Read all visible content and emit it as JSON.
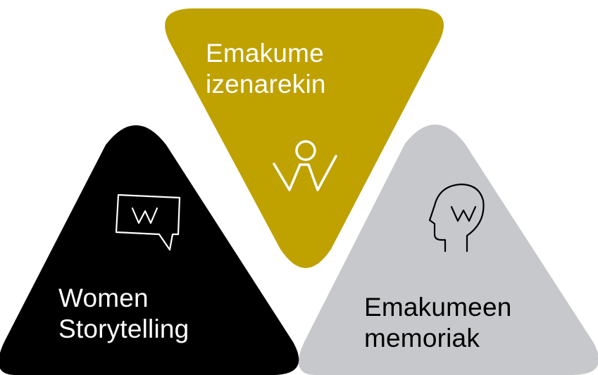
{
  "diagram": {
    "items": [
      {
        "lines": [
          "Emakume",
          "izenarekin"
        ],
        "color": "#BFA100",
        "icon": "women-logo-icon"
      },
      {
        "lines": [
          "Women",
          "Storytelling"
        ],
        "color": "#000000",
        "icon": "speech-bubble-w-icon"
      },
      {
        "lines": [
          "Emakumeen",
          "memoriak"
        ],
        "color": "#C6C8CB",
        "icon": "head-profile-w-icon"
      }
    ]
  }
}
